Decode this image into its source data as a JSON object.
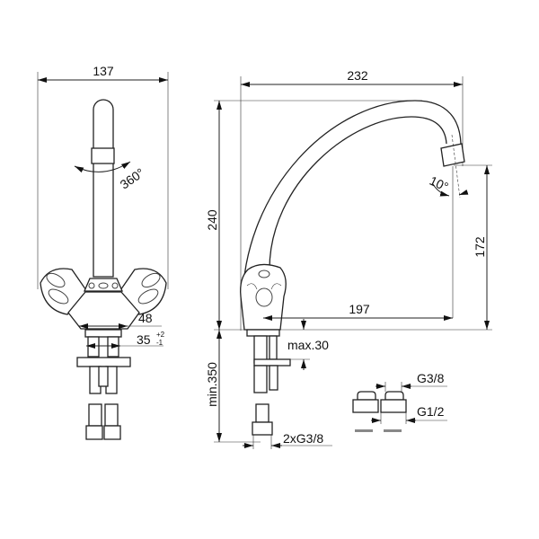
{
  "front_view": {
    "width_dim": "137",
    "rotation_label": "360°",
    "body_dim": "48",
    "hole_dim": "35",
    "hole_tol_plus": "+2",
    "hole_tol_minus": "-1"
  },
  "side_view": {
    "reach_dim": "232",
    "height_dim": "240",
    "outlet_height_dim": "172",
    "outlet_reach_dim": "197",
    "outlet_angle": "10°",
    "max_deck_thickness": "max.30",
    "min_hose_length": "min.350",
    "connection_label": "2xG3/8"
  },
  "adapters": {
    "inlet_label": "G3/8",
    "outlet_label": "G1/2"
  }
}
